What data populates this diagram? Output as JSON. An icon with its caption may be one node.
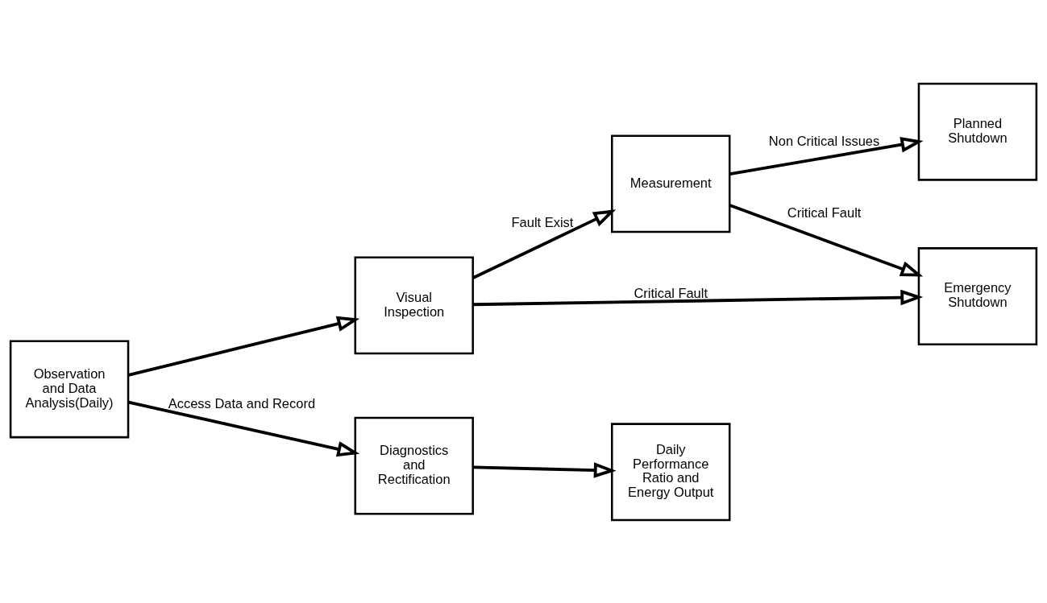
{
  "diagram": {
    "nodes": [
      {
        "text": [
          "Observation and Data Analysis(Daily)"
        ]
      },
      {
        "text": [
          "Visual Inspection"
        ]
      },
      {
        "text": [
          "Measurement"
        ]
      },
      {
        "text": [
          "Planned Shutdown"
        ]
      },
      {
        "text": [
          "Emergency Shutdown"
        ]
      },
      {
        "text": [
          "Diagnostics and Rectification"
        ]
      },
      {
        "text": [
          "Daily Performance Ratio and Energy Output"
        ]
      }
    ],
    "edges": [
      {
        "from": 0,
        "to": 1,
        "arrow": "to"
      },
      {
        "from": 1,
        "to": 2,
        "arrow": "to",
        "label": "Fault Exist"
      },
      {
        "from": 2,
        "to": 3,
        "arrow": "to",
        "label": "Non Critical Issues"
      },
      {
        "from": 2,
        "to": 4,
        "arrow": "to",
        "label": "Critical Fault"
      },
      {
        "from": 1,
        "to": 4,
        "arrow": "to",
        "label": "Critical Fault"
      },
      {
        "from": 0,
        "to": 5,
        "arrow": "to",
        "label": "Access Data and Record"
      },
      {
        "from": 5,
        "to": 6,
        "arrow": "to"
      }
    ]
  }
}
